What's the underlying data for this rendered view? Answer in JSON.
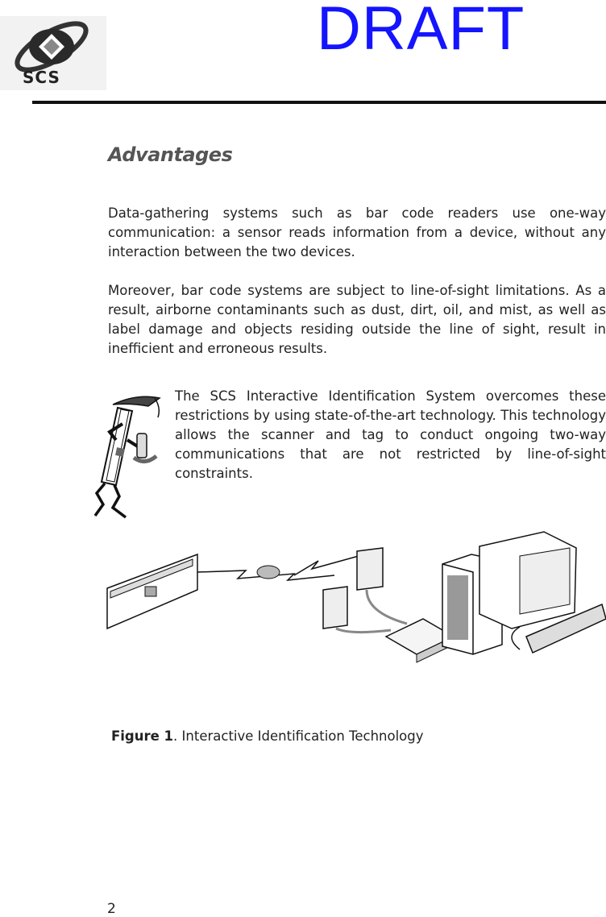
{
  "header": {
    "logo_text": "SCS",
    "draft_label": "DRAFT"
  },
  "section": {
    "heading": "Advantages"
  },
  "paragraphs": [
    "Data-gathering systems such as bar code readers use one-way communication: a sensor reads information from a device, without any interaction between the two devices.",
    "Moreover, bar code systems are subject to line-of-sight limitations. As a result, airborne contaminants such as dust, dirt, oil, and mist, as well as label damage and objects residing outside the line of sight, result in inefficient and erroneous results.",
    "The SCS Interactive Identification System overcomes these restrictions by using state-of-the-art technology.  This technology allows the scanner and tag to conduct ongoing two-way communications that are not restricted by line-of-sight constraints."
  ],
  "figure": {
    "label": "Figure 1",
    "caption": ". Interactive Identification Technology"
  },
  "footer": {
    "page_number": "2"
  }
}
